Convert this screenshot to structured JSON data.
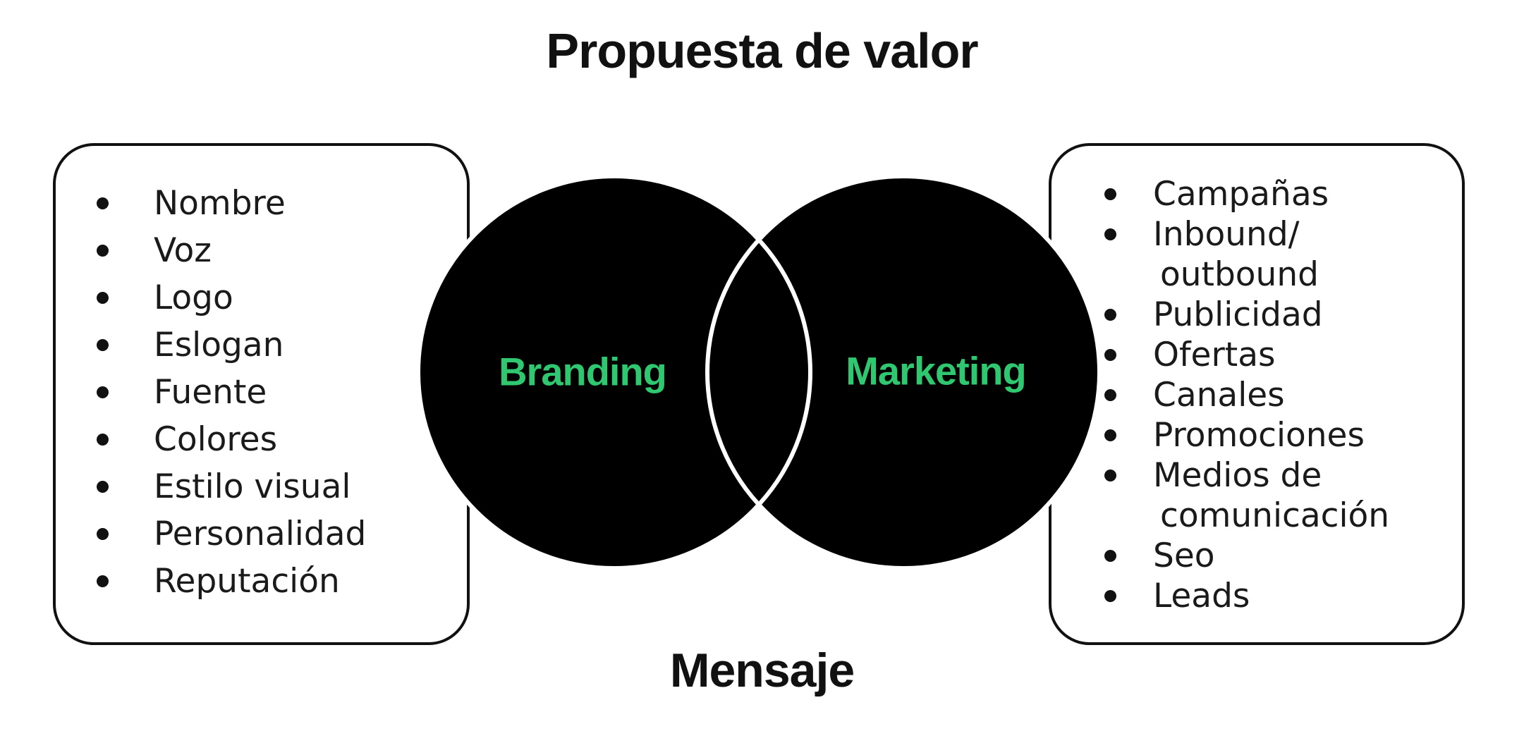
{
  "title": "Propuesta de valor",
  "bottom_label": "Mensaje",
  "colors": {
    "background": "#ffffff",
    "text": "#1a1a1a",
    "box_border": "#111111",
    "circle_fill": "#000000",
    "overlap_arc": "#ffffff",
    "accent_green": "#2fc76f"
  },
  "venn": {
    "left_circle_label": "Branding",
    "right_circle_label": "Marketing"
  },
  "left_box": {
    "lines": [
      {
        "text": "Nombre",
        "bullet": true
      },
      {
        "text": "Voz",
        "bullet": true
      },
      {
        "text": "Logo",
        "bullet": true
      },
      {
        "text": "Eslogan",
        "bullet": true
      },
      {
        "text": "Fuente",
        "bullet": true
      },
      {
        "text": "Colores",
        "bullet": true
      },
      {
        "text": "Estilo visual",
        "bullet": true
      },
      {
        "text": "Personalidad",
        "bullet": true
      },
      {
        "text": "Reputación",
        "bullet": true
      }
    ]
  },
  "right_box": {
    "lines": [
      {
        "text": "Campañas",
        "bullet": true
      },
      {
        "text": "Inbound/",
        "bullet": true
      },
      {
        "text": "outbound",
        "bullet": false
      },
      {
        "text": "Publicidad",
        "bullet": true
      },
      {
        "text": "Ofertas",
        "bullet": true
      },
      {
        "text": "Canales",
        "bullet": true
      },
      {
        "text": "Promociones",
        "bullet": true
      },
      {
        "text": "Medios de",
        "bullet": true
      },
      {
        "text": "comunicación",
        "bullet": false
      },
      {
        "text": "Seo",
        "bullet": true
      },
      {
        "text": "Leads",
        "bullet": true
      }
    ]
  }
}
